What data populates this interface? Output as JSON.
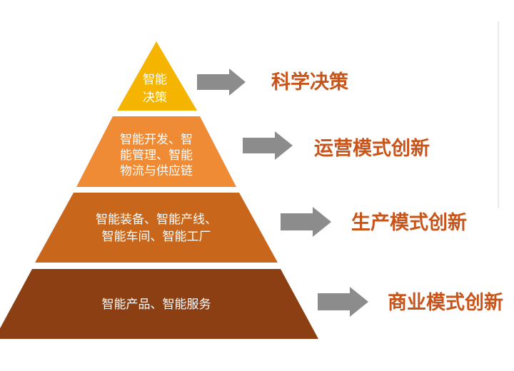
{
  "colors": {
    "tier1": "#f4b400",
    "tier2": "#ef8a35",
    "tier3": "#c8661c",
    "tier4": "#8b3f12",
    "arrow": "#8c8c8c",
    "outcome_text": "#c9541a",
    "tier_text": "#ffffff"
  },
  "tiers": [
    {
      "lines": [
        "智能",
        "决策"
      ],
      "outcome": "科学决策"
    },
    {
      "lines": [
        "智能开发、智",
        "能管理、智能",
        "物流与供应链"
      ],
      "outcome": "运营模式创新"
    },
    {
      "lines": [
        "智能装备、智能产线、",
        "智能车间、智能工厂"
      ],
      "outcome": "生产模式创新"
    },
    {
      "lines": [
        "智能产品、智能服务"
      ],
      "outcome": "商业模式创新"
    }
  ],
  "arrow_icon": "right-arrow-icon"
}
